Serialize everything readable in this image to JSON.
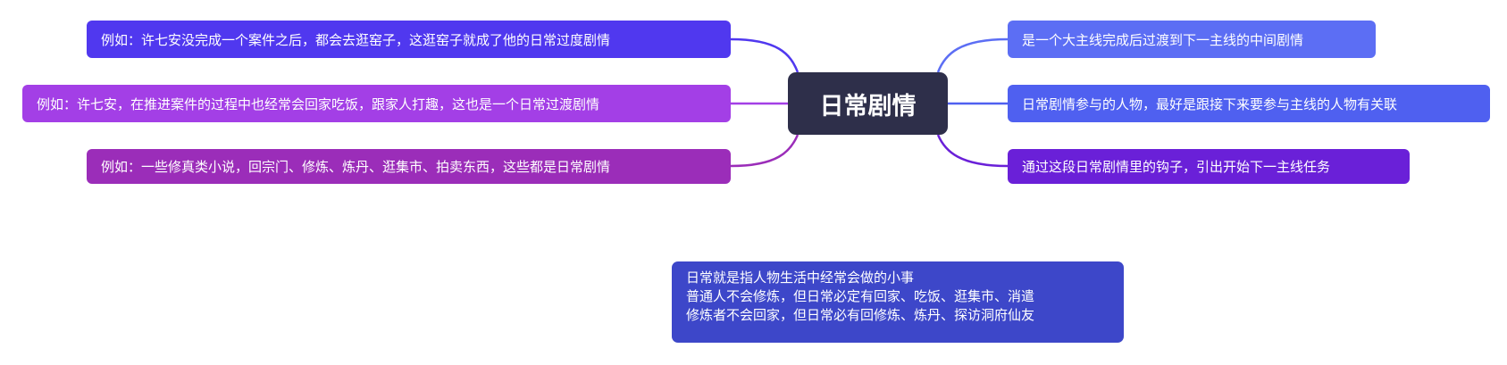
{
  "center": {
    "label": "日常剧情",
    "color": "#2e2f4a"
  },
  "left": [
    {
      "label": "例如：许七安没完成一个案件之后，都会去逛窑子，这逛窑子就成了他的日常过度剧情",
      "color": "#5038ef"
    },
    {
      "label": "例如：许七安，在推进案件的过程中也经常会回家吃饭，跟家人打趣，这也是一个日常过渡剧情",
      "color": "#a33fe6"
    },
    {
      "label": "例如：一些修真类小说，回宗门、修炼、炼丹、逛集市、拍卖东西，这些都是日常剧情",
      "color": "#9b2db9"
    }
  ],
  "right": [
    {
      "label": "是一个大主线完成后过渡到下一主线的中间剧情",
      "color": "#5c6ef4"
    },
    {
      "label": "日常剧情参与的人物，最好是跟接下来要参与主线的人物有关联",
      "color": "#4f60f0"
    },
    {
      "label": "通过这段日常剧情里的钩子，引出开始下一主线任务",
      "color": "#6a20d8"
    }
  ],
  "note": {
    "lines": [
      "日常就是指人物生活中经常会做的小事",
      "普通人不会修炼，但日常必定有回家、吃饭、逛集市、消遣",
      "修炼者不会回家，但日常必有回修炼、炼丹、探访洞府仙友"
    ],
    "color": "#3d47c9"
  }
}
